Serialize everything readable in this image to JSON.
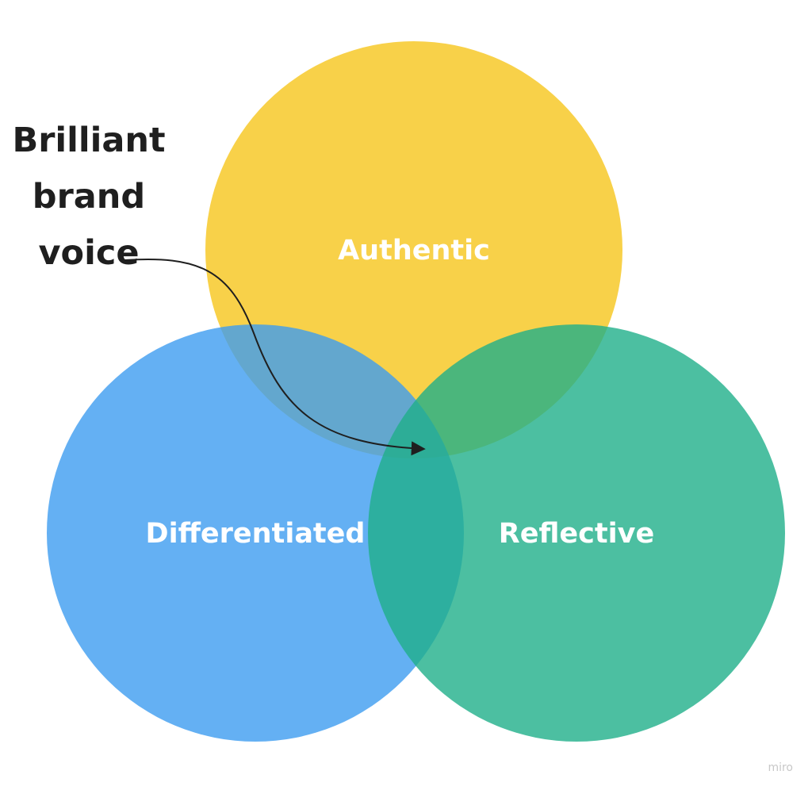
{
  "diagram": {
    "type": "venn",
    "circles": [
      {
        "id": "authentic",
        "label": "Authentic",
        "color": "#f6c51c"
      },
      {
        "id": "differentiated",
        "label": "Differentiated",
        "color": "#3d9cf0"
      },
      {
        "id": "reflective",
        "label": "Reflective",
        "color": "#1faf8a"
      }
    ],
    "annotation": {
      "lines": [
        "Brilliant",
        "brand",
        "voice"
      ],
      "points_to": "center-intersection",
      "color": "#1f1f1f"
    },
    "watermark": "miro"
  }
}
